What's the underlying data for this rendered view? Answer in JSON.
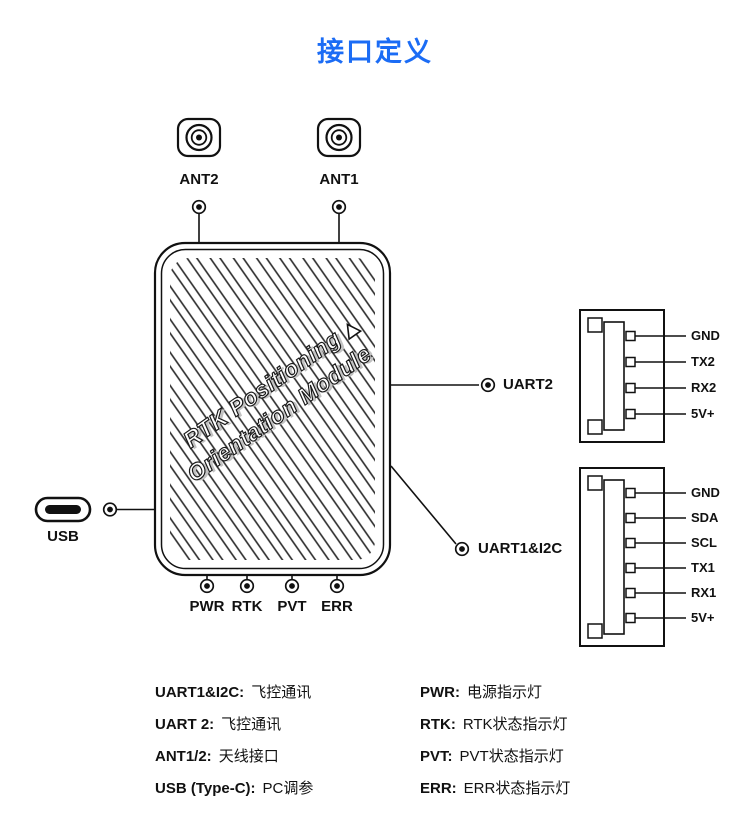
{
  "colors": {
    "accent": "#1b6cf5",
    "line": "#111111"
  },
  "title": "接口定义",
  "module": {
    "line1": "RTK Positioning",
    "line2": "Orientation Module"
  },
  "antennas": [
    {
      "label": "ANT2"
    },
    {
      "label": "ANT1"
    }
  ],
  "usb_label": "USB",
  "callouts": {
    "uart2": "UART2",
    "uart1": "UART1&I2C"
  },
  "leds": [
    "PWR",
    "RTK",
    "PVT",
    "ERR"
  ],
  "connectors": [
    {
      "name": "uart2-connector",
      "pins": [
        "GND",
        "TX2",
        "RX2",
        "5V+"
      ]
    },
    {
      "name": "uart1-i2c-connector",
      "pins": [
        "GND",
        "SDA",
        "SCL",
        "TX1",
        "RX1",
        "5V+"
      ]
    }
  ],
  "legend_left": [
    {
      "key": "UART1&I2C:",
      "value": "飞控通讯"
    },
    {
      "key": "UART 2:",
      "value": "飞控通讯"
    },
    {
      "key": "ANT1/2:",
      "value": "天线接口"
    },
    {
      "key": "USB (Type-C):",
      "value": "PC调参"
    }
  ],
  "legend_right": [
    {
      "key": "PWR:",
      "value": "电源指示灯"
    },
    {
      "key": "RTK:",
      "value": "RTK状态指示灯"
    },
    {
      "key": "PVT:",
      "value": "PVT状态指示灯"
    },
    {
      "key": "ERR:",
      "value": "ERR状态指示灯"
    }
  ]
}
